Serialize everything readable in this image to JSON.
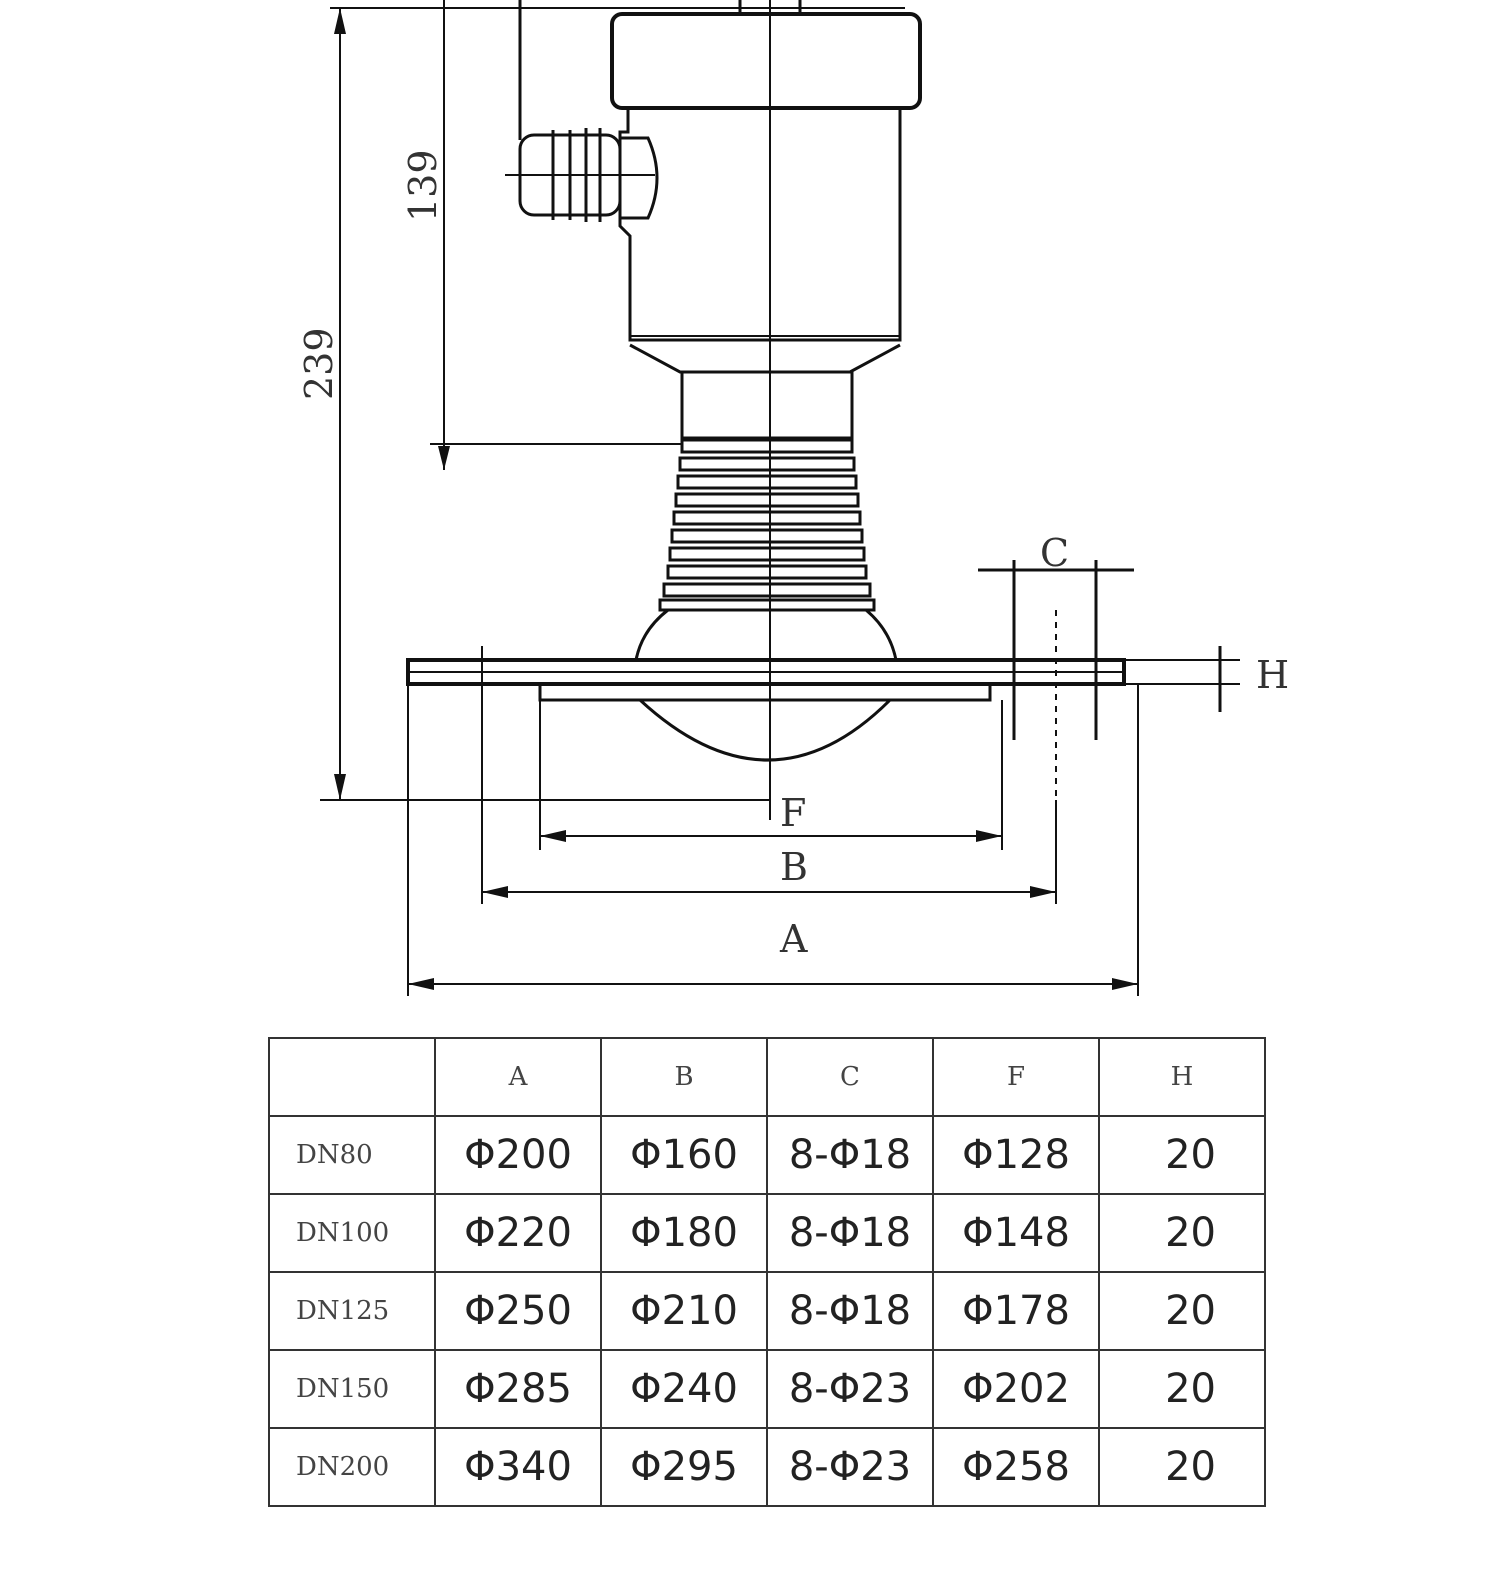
{
  "dimensions": {
    "overall_height": "239",
    "body_height": "139",
    "labels": {
      "C": "C",
      "H": "H",
      "F": "F",
      "B": "B",
      "A": "A"
    }
  },
  "table": {
    "columns": [
      "",
      "A",
      "B",
      "C",
      "F",
      "H"
    ],
    "rows": [
      {
        "size": "DN80",
        "A": "Φ200",
        "B": "Φ160",
        "C": "8-Φ18",
        "F": "Φ128",
        "H": "20"
      },
      {
        "size": "DN100",
        "A": "Φ220",
        "B": "Φ180",
        "C": "8-Φ18",
        "F": "Φ148",
        "H": "20"
      },
      {
        "size": "DN125",
        "A": "Φ250",
        "B": "Φ210",
        "C": "8-Φ18",
        "F": "Φ178",
        "H": "20"
      },
      {
        "size": "DN150",
        "A": "Φ285",
        "B": "Φ240",
        "C": "8-Φ23",
        "F": "Φ202",
        "H": "20"
      },
      {
        "size": "DN200",
        "A": "Φ340",
        "B": "Φ295",
        "C": "8-Φ23",
        "F": "Φ258",
        "H": "20"
      }
    ]
  }
}
